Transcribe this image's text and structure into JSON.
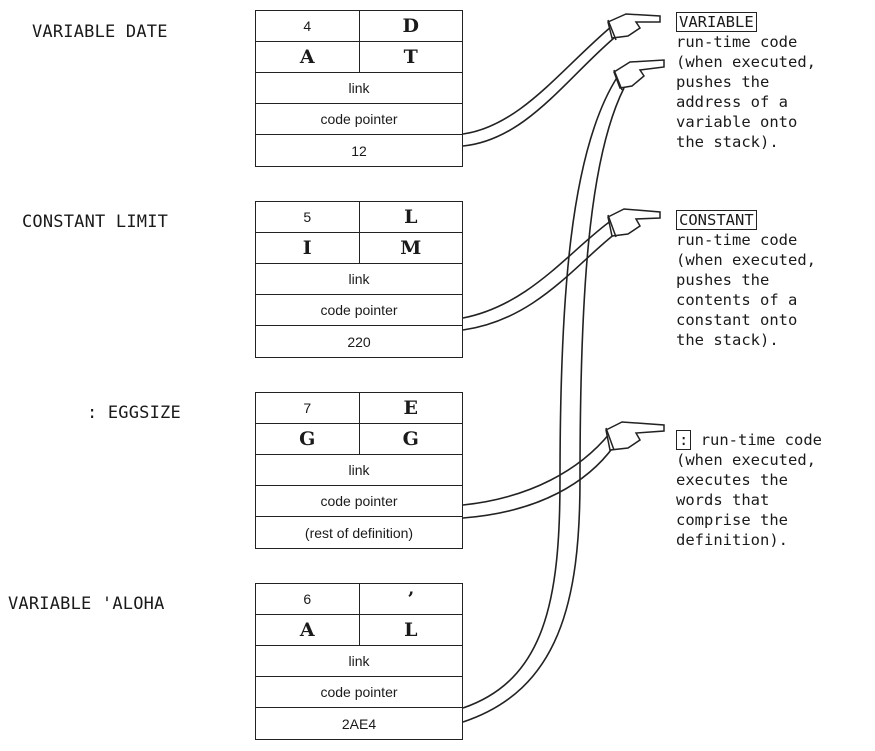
{
  "entries": [
    {
      "label": "VARIABLE DATE",
      "count": "4",
      "c1": "D",
      "c2": "A",
      "c3": "T",
      "link": "link",
      "code": "code pointer",
      "param": "12"
    },
    {
      "label": "CONSTANT LIMIT",
      "count": "5",
      "c1": "L",
      "c2": "I",
      "c3": "M",
      "link": "link",
      "code": "code pointer",
      "param": "220"
    },
    {
      "label": ": EGGSIZE",
      "count": "7",
      "c1": "E",
      "c2": "G",
      "c3": "G",
      "link": "link",
      "code": "code pointer",
      "param": "(rest of definition)"
    },
    {
      "label": "VARIABLE 'ALOHA",
      "count": "6",
      "c1": "’",
      "c2": "A",
      "c3": "L",
      "link": "link",
      "code": "code pointer",
      "param": "2AE4"
    }
  ],
  "runtime": [
    {
      "key": "VARIABLE",
      "rest": "run-time code",
      "lines": [
        "(when executed,",
        "pushes the",
        "address of a",
        "variable onto",
        "the stack)."
      ]
    },
    {
      "key": "CONSTANT",
      "rest": "run-time code",
      "lines": [
        "(when executed,",
        "pushes the",
        "contents of a",
        "constant onto",
        "the stack)."
      ]
    },
    {
      "key": ":",
      "rest": "run-time code",
      "lines": [
        "(when executed,",
        "executes the",
        "words that",
        "comprise the",
        "definition)."
      ]
    }
  ]
}
